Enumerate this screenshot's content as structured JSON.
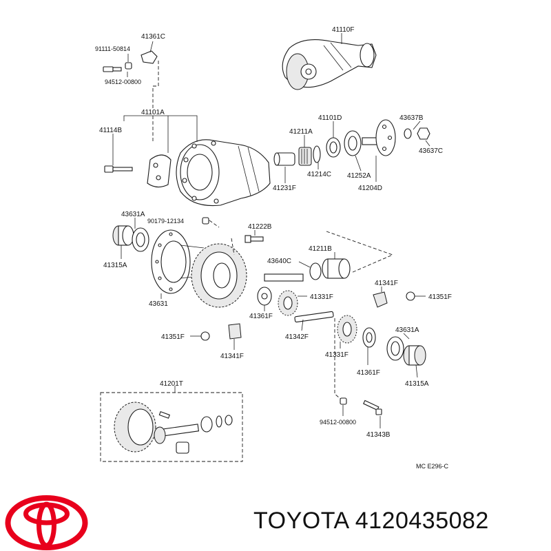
{
  "diagram": {
    "labels": {
      "p41361C": "41361C",
      "p91111": "91111-50814",
      "p94512a": "94512-00800",
      "p41110F": "41110F",
      "p41101A": "41101A",
      "p41114B": "41114B",
      "p41211A": "41211A",
      "p41101D": "41101D",
      "p43637B": "43637B",
      "p43637C": "43637C",
      "p41214C": "41214C",
      "p41252A": "41252A",
      "p41231F": "41231F",
      "p41204D": "41204D",
      "p43631Aa": "43631A",
      "p90179": "90179-12134",
      "p41222B": "41222B",
      "p41211B": "41211B",
      "p41315Aa": "41315A",
      "p43640C": "43640C",
      "p43631": "43631",
      "p41341Fa": "41341F",
      "p41351Fa": "41351F",
      "p41331Fa": "41331F",
      "p41361Fa": "41361F",
      "p41342F": "41342F",
      "p41351Fb": "41351F",
      "p43631Ab": "43631A",
      "p41341Fb": "41341F",
      "p41331Fb": "41331F",
      "p41361Fb": "41361F",
      "p41315Ab": "41315A",
      "p41201T": "41201T",
      "p94512b": "94512-00800",
      "p41343B": "41343B",
      "ref": "MC  E296-C"
    }
  },
  "footer": {
    "brand": "TOYOTA",
    "part_number": "4120435082",
    "logo_icon": "toyota-logo-icon",
    "brand_color": "#e8001c"
  }
}
